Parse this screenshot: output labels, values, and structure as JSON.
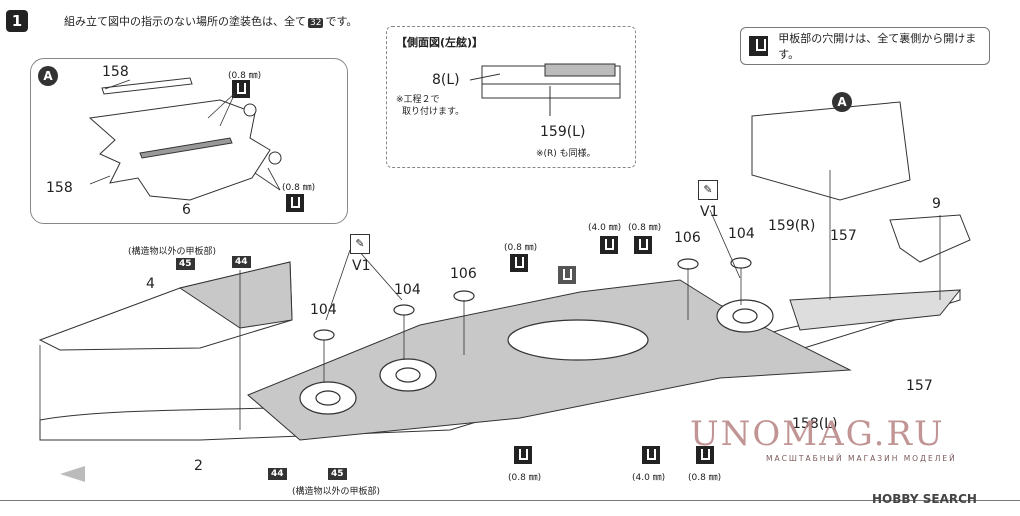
{
  "step": {
    "number": "1"
  },
  "paint_note": {
    "text_before": "組み立て図中の指示のない場所の塗装色は、全て",
    "color_code": "32",
    "text_after": "です。"
  },
  "drill_note": "甲板部の穴開けは、全て裏側から開けます。",
  "callout_a_marker": "A",
  "side_view": {
    "title": "【側面図(左舷)】",
    "part_8l": "8(L)",
    "attach_note_line1": "※工程２で",
    "attach_note_line2": "取り付けます。",
    "part_159l": "159(L)",
    "same_note": "※(R) も同様。"
  },
  "parts": {
    "p158": "158",
    "p6": "6",
    "p4": "4",
    "p2": "2",
    "p9": "9",
    "p104": "104",
    "p106": "106",
    "p157": "157",
    "p159r": "159(R)",
    "p158l": "158(L)",
    "v1": "V1"
  },
  "drill_sizes": {
    "d08": "(0.8 ㎜)",
    "d40": "(4.0 ㎜)"
  },
  "color_codes": {
    "c44": "44",
    "c45": "45"
  },
  "deck_note": "(構造物以外の甲板部)",
  "watermark": {
    "title": "UNOMAG.RU",
    "subtitle": "МАСШТАБНЫЙ МАГАЗИН МОДЕЛЕЙ"
  },
  "source_mark": "HOBBY SEARCH"
}
